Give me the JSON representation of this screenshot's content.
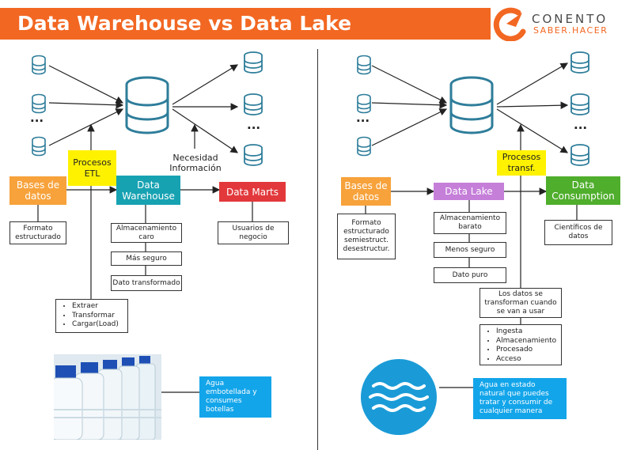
{
  "header": {
    "title": "Data Warehouse vs Data Lake"
  },
  "logo": {
    "name": "CONENTO",
    "tagline": "SABER.HACER"
  },
  "colors": {
    "orange": "#f26722",
    "source": "#f7a23b",
    "process": "#fff200",
    "warehouse": "#17a2b2",
    "marts": "#e2383b",
    "lake": "#c57fd9",
    "consumption": "#4fae2c",
    "callout": "#13a5ea",
    "db_icon": "#2e7d9a"
  },
  "left": {
    "ellipsis_sources": "...",
    "ellipsis_targets": "...",
    "sources_box": "Bases de datos",
    "process_box": "Procesos ETL",
    "store_box": "Data Warehouse",
    "output_box": "Data Marts",
    "need_label": "Necesidad Información",
    "format_note": "Formato estructurado",
    "store_notes": [
      "Almacenamiento caro",
      "Más seguro",
      "Dato transformado"
    ],
    "users_note": "Usuarios de negocio",
    "etl_steps": [
      "Extraer",
      "Transformar",
      "Cargar(Load)"
    ],
    "analogy": "Agua embotellada y consumes botellas"
  },
  "right": {
    "ellipsis_sources": "...",
    "ellipsis_targets": "...",
    "sources_box": "Bases de datos",
    "process_box": "Procesos transf.",
    "store_box": "Data Lake",
    "output_box": "Data Consumption",
    "format_note": "Formato estructurado semiestruct. desestructur.",
    "store_notes": [
      "Almacenamiento barato",
      "Menos seguro",
      "Dato puro"
    ],
    "consumers_note": "Científicos de datos",
    "transform_note": "Los datos se transforman cuando se van a usar",
    "lake_steps": [
      "Ingesta",
      "Almacenamiento",
      "Procesado",
      "Acceso"
    ],
    "analogy": "Agua en estado natural que puedes tratar y consumir de cualquier manera"
  }
}
